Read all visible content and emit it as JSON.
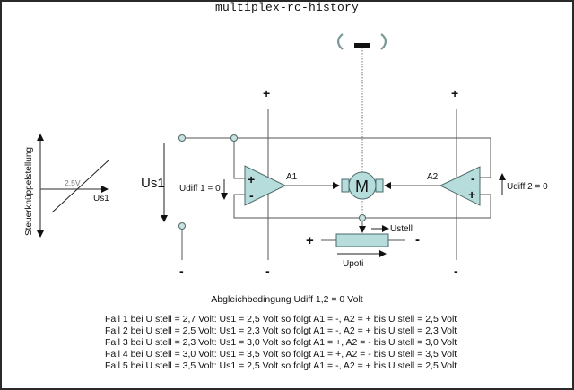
{
  "window": {
    "title": "multiplex-rc-history"
  },
  "colors": {
    "component_fill": "#b7dcdc",
    "component_stroke": "#4a6a6a",
    "wire": "#555555",
    "text": "#111111",
    "graph_label_gray": "#777777"
  },
  "icons": {
    "rotation_left": "rotation-ccw-icon",
    "rotation_right": "rotation-cw-icon",
    "motor": "dc-motor-symbol",
    "opamp": "op-amp-symbol",
    "potentiometer": "potentiometer-symbol"
  },
  "graph": {
    "y_axis_label": "Steuerknüppelstellung",
    "x_axis_label": "Us1",
    "crossing_label": "2,5V"
  },
  "circuit": {
    "us1_label": "Us1",
    "udiff1_label": "Udiff 1 = 0",
    "udiff2_label": "Udiff 2 = 0",
    "a1_label": "A1",
    "a2_label": "A2",
    "motor_label": "M",
    "ustell_label": "Ustell",
    "upoti_label": "Upoti",
    "plus": "+",
    "minus": "-",
    "opamp1_inputs": [
      "+",
      "-"
    ],
    "opamp2_inputs": [
      "-",
      "+"
    ]
  },
  "caption": "Abgleichbedingung Udiff 1,2 = 0 Volt",
  "cases": [
    "Fall 1 bei U stell = 2,7 Volt: Us1 = 2,5 Volt so folgt A1 = -, A2 = + bis U stell = 2,5 Volt",
    "Fall 2 bei U stell = 2,5 Volt: Us1 = 2,3 Volt so folgt A1 = -, A2 = + bis U stell = 2,3 Volt",
    "Fall 3 bei U stell = 2,3 Volt: Us1 = 3,0 Volt so folgt A1 = +, A2 = - bis U stell = 3,0 Volt",
    "Fall 4 bei U stell = 3,0 Volt: Us1 = 3,5 Volt so folgt A1 = +, A2 = - bis U stell = 3,5 Volt",
    "Fall 5 bei U stell = 3,5 Volt: Us1 = 2,5 Volt so folgt A1 = -, A2 = + bis U stell = 2,5 Volt"
  ]
}
